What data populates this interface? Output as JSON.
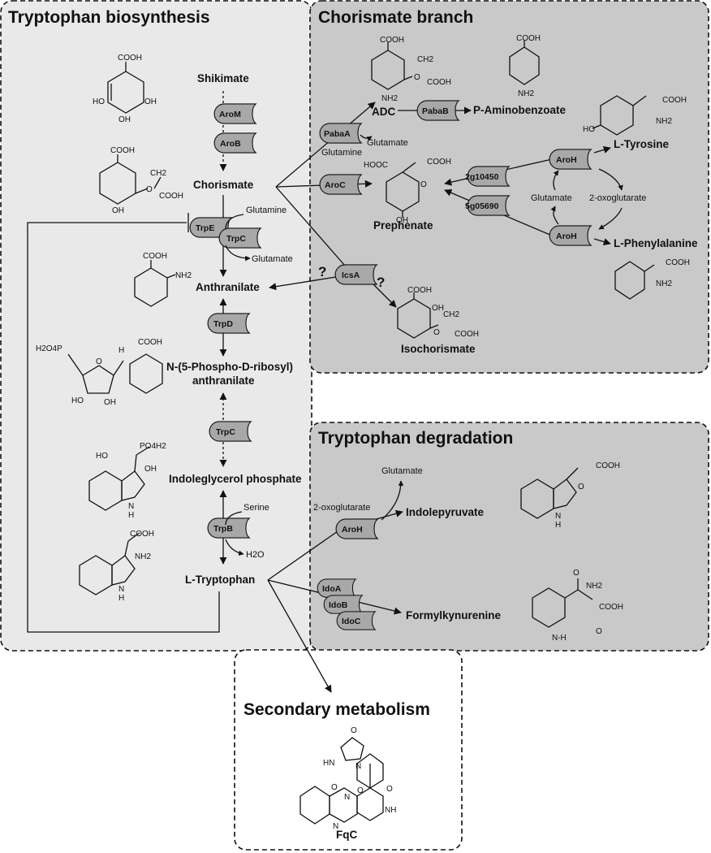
{
  "panels": {
    "biosynthesis": "Tryptophan biosynthesis",
    "chorismate": "Chorismate branch",
    "degradation": "Tryptophan degradation",
    "secondary": "Secondary metabolism"
  },
  "metabolites": {
    "shikimate": "Shikimate",
    "chorismate": "Chorismate",
    "anthranilate": "Anthranilate",
    "prpa_line1": "N-(5-Phospho-D-ribosyl)",
    "prpa_line2": "anthranilate",
    "igp": "Indoleglycerol phosphate",
    "trp": "L-Tryptophan",
    "adc": "ADC",
    "paba": "P-Aminobenzoate",
    "tyrosine": "L-Tyrosine",
    "prephenate": "Prephenate",
    "phenylalanine": "L-Phenylalanine",
    "isochorismate": "Isochorismate",
    "indolepyruvate": "Indolepyruvate",
    "formylkynurenine": "Formylkynurenine",
    "fqc": "FqC"
  },
  "cosubstrates": {
    "glutamine_trpe": "Glutamine",
    "glutamate_trpc": "Glutamate",
    "glutamine_paba": "Glutamine",
    "glutamate_paba": "Glutamate",
    "serine": "Serine",
    "water": "H2O",
    "aroh_glutamate": "Glutamate",
    "aroh_oxo": "2-oxoglutarate",
    "deg_oxo": "2-oxoglutarate",
    "deg_glutamate": "Glutamate"
  },
  "enzymes": {
    "arom": "AroM",
    "arob": "AroB",
    "trpe": "TrpE",
    "trpc": "TrpC",
    "trpd": "TrpD",
    "trpc2": "TrpC",
    "trpb": "TrpB",
    "pabaa": "PabaA",
    "pabab": "PabaB",
    "aroc": "AroC",
    "icsa": "IcsA",
    "g10450": "2g10450",
    "g05690": "5g05690",
    "aroh_top": "AroH",
    "aroh_bottom": "AroH",
    "aroh_deg": "AroH",
    "idoa": "IdoA",
    "idob": "IdoB",
    "idoc": "IdoC"
  },
  "question_marks": [
    "?",
    "?"
  ],
  "structure_labels": {
    "cooh": "COOH",
    "oh": "OH",
    "ho": "HO",
    "nh2": "NH2",
    "ch2": "CH2",
    "nh": "NH",
    "hooc": "HOOC",
    "o": "O",
    "n": "N",
    "h": "H",
    "h2o4p": "H2O4P",
    "po4h2": "PO4H2",
    "hn": "HN",
    "n_h": "N-H"
  },
  "colors": {
    "left_panel": "#e9e9e9",
    "right_panel": "#c9c9c9",
    "enzyme_fill": "#a8a8a8",
    "ink": "#111111"
  }
}
